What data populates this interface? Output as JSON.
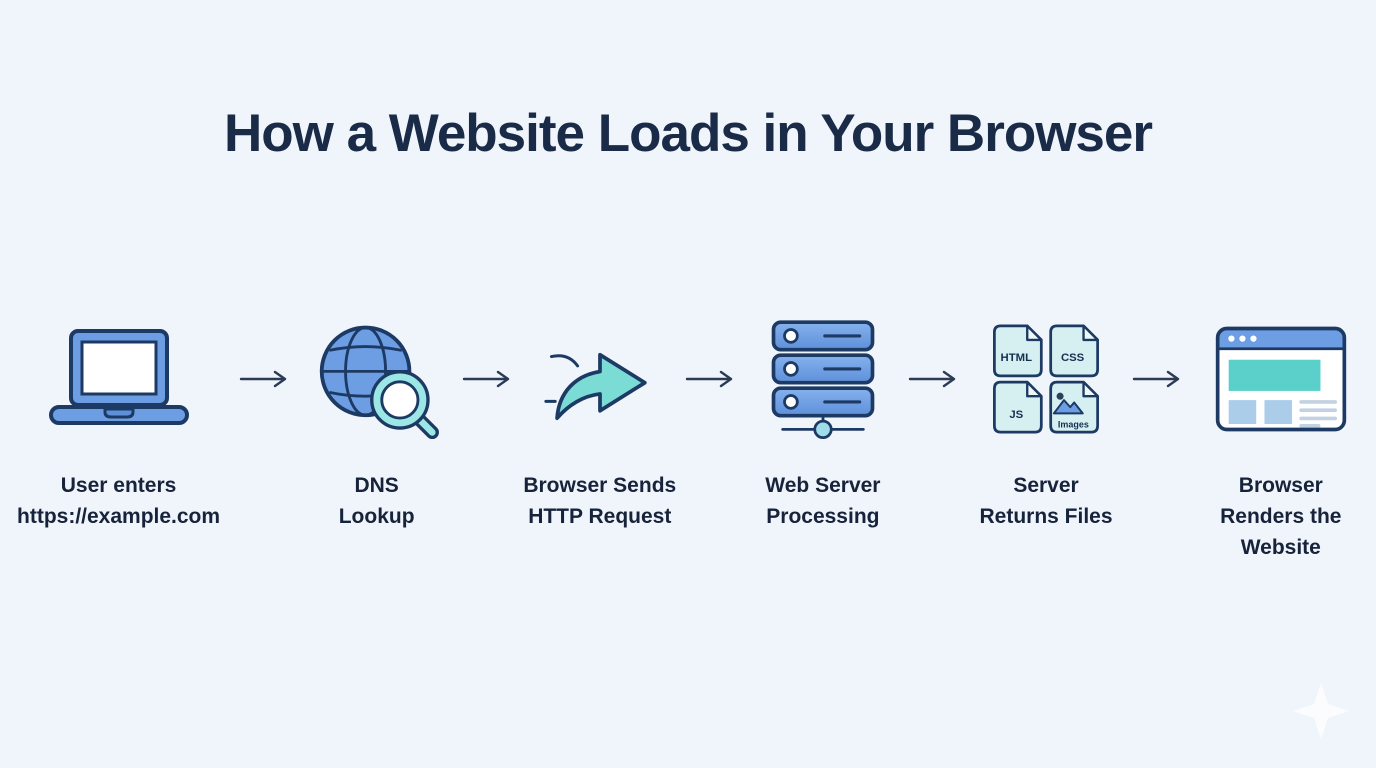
{
  "title": "How a Website Loads in Your Browser",
  "steps": [
    {
      "id": "user-enters-url",
      "icon": "laptop-icon",
      "label": "User enters\nhttps://example.com"
    },
    {
      "id": "dns-lookup",
      "icon": "globe-search-icon",
      "label": "DNS\nLookup"
    },
    {
      "id": "browser-sends-http-request",
      "icon": "send-arrow-icon",
      "label": "Browser Sends\nHTTP Request"
    },
    {
      "id": "web-server-processing",
      "icon": "server-stack-icon",
      "label": "Web Server\nProcessing"
    },
    {
      "id": "server-returns-files",
      "icon": "file-group-icon",
      "label": "Server\nReturns Files"
    },
    {
      "id": "browser-renders-website",
      "icon": "browser-window-icon",
      "label": "Browser\nRenders the\nWebsite"
    }
  ],
  "file_labels": {
    "html": "HTML",
    "css": "CSS",
    "js": "JS",
    "images": "Images"
  },
  "colors": {
    "background": "#f0f4fb",
    "title_text": "#1a2b47",
    "label_text": "#16233a",
    "icon_blue": "#6d9ee3",
    "icon_outline": "#1c3a63",
    "teal": "#7bdcd6",
    "teal_light": "#9ce7e5",
    "file_fill": "#d6eff1",
    "hero_teal": "#5bd0ca",
    "light_blue_block": "#abcdea",
    "connector_arrow": "#2b3b55"
  }
}
